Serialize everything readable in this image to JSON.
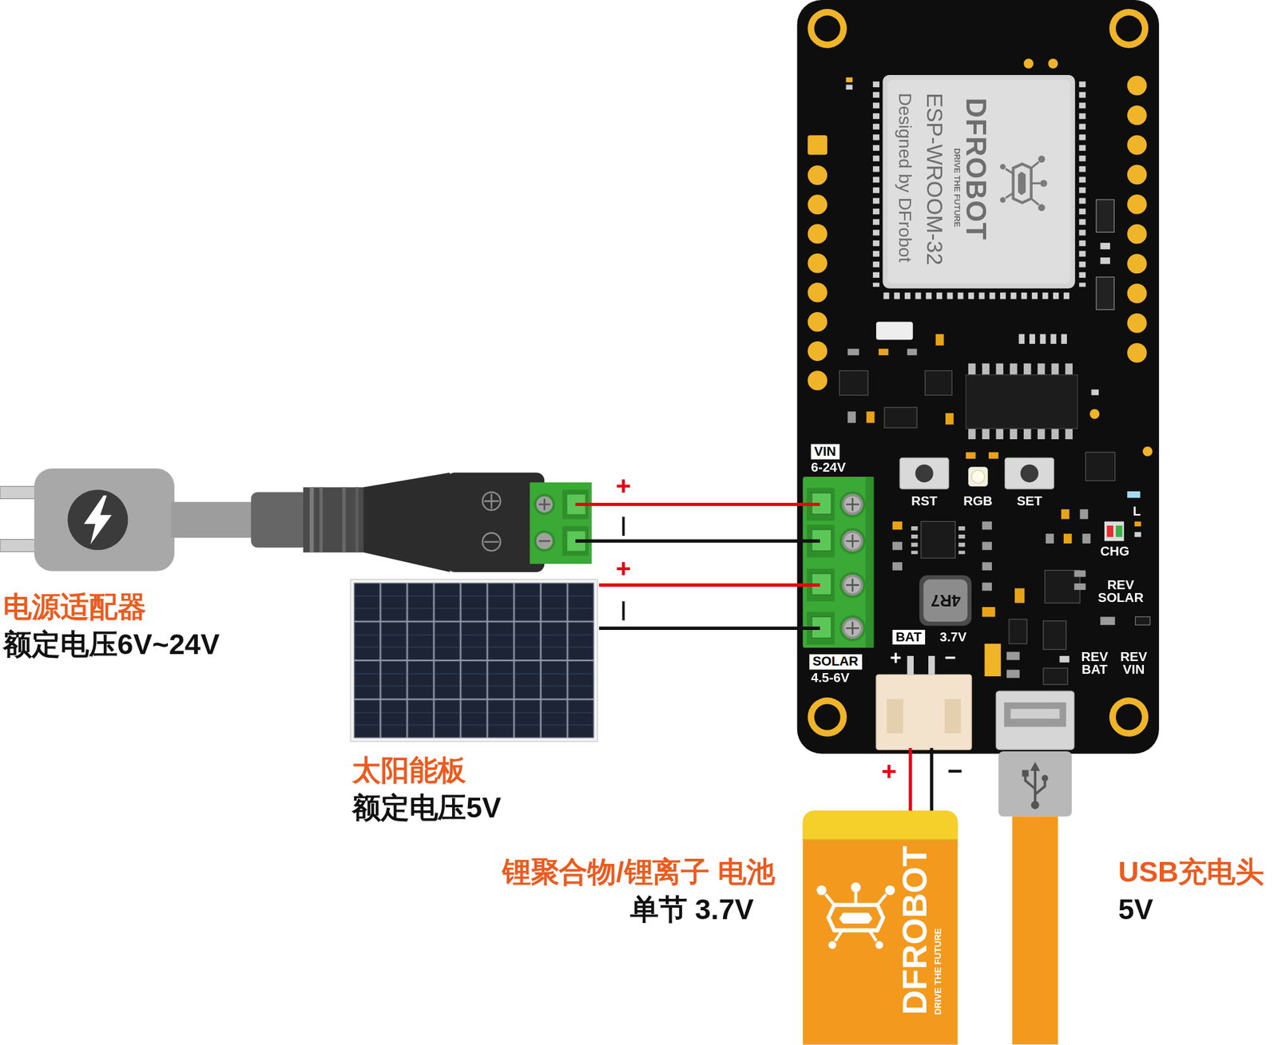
{
  "diagram": {
    "nodes": [
      {
        "text": [
          "VIN",
          "6-24V",
          "RST",
          "RGB",
          "SET",
          "L",
          "CHG",
          "REV SOLAR",
          "SOLAR",
          "4.5-6V",
          "BAT",
          "3.7V",
          "+",
          "−",
          "REV BAT",
          "REV VIN"
        ]
      },
      {
        "text": [
          "DFROBOT",
          "DRIVE THE FUTURE",
          "ESP-WROOM-32",
          "Designed by DFrobot"
        ],
        "in": 0
      },
      {
        "text": [
          "4R7"
        ],
        "in": 0
      },
      {
        "text": [
          "DFROBOT",
          "DRIVE THE FUTURE"
        ]
      }
    ],
    "labels": [
      "+",
      "|",
      "+",
      "|",
      "+",
      "−",
      "电源适配器",
      "额定电压6V~24V",
      "太阳能板",
      "额定电压5V",
      "锂聚合物/锂离子 电池",
      "单节 3.7V",
      "USB充电头",
      "5V"
    ]
  }
}
